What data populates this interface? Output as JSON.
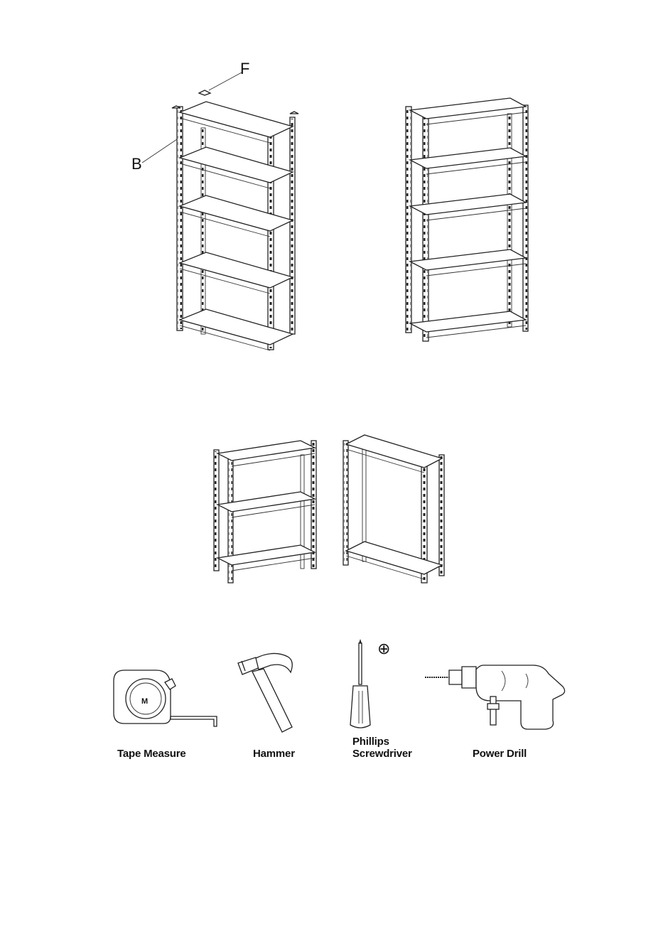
{
  "callouts": {
    "part_f": "F",
    "part_b": "B"
  },
  "tools": [
    {
      "label": "Tape Measure",
      "icon": "tape-measure-icon"
    },
    {
      "label": "Hammer",
      "icon": "hammer-icon"
    },
    {
      "label_line1": "Phillips",
      "label_line2": "Screwdriver",
      "icon": "phillips-screwdriver-icon"
    },
    {
      "label": "Power Drill",
      "icon": "power-drill-icon"
    }
  ],
  "symbols": {
    "phillips_symbol": "⊕"
  }
}
